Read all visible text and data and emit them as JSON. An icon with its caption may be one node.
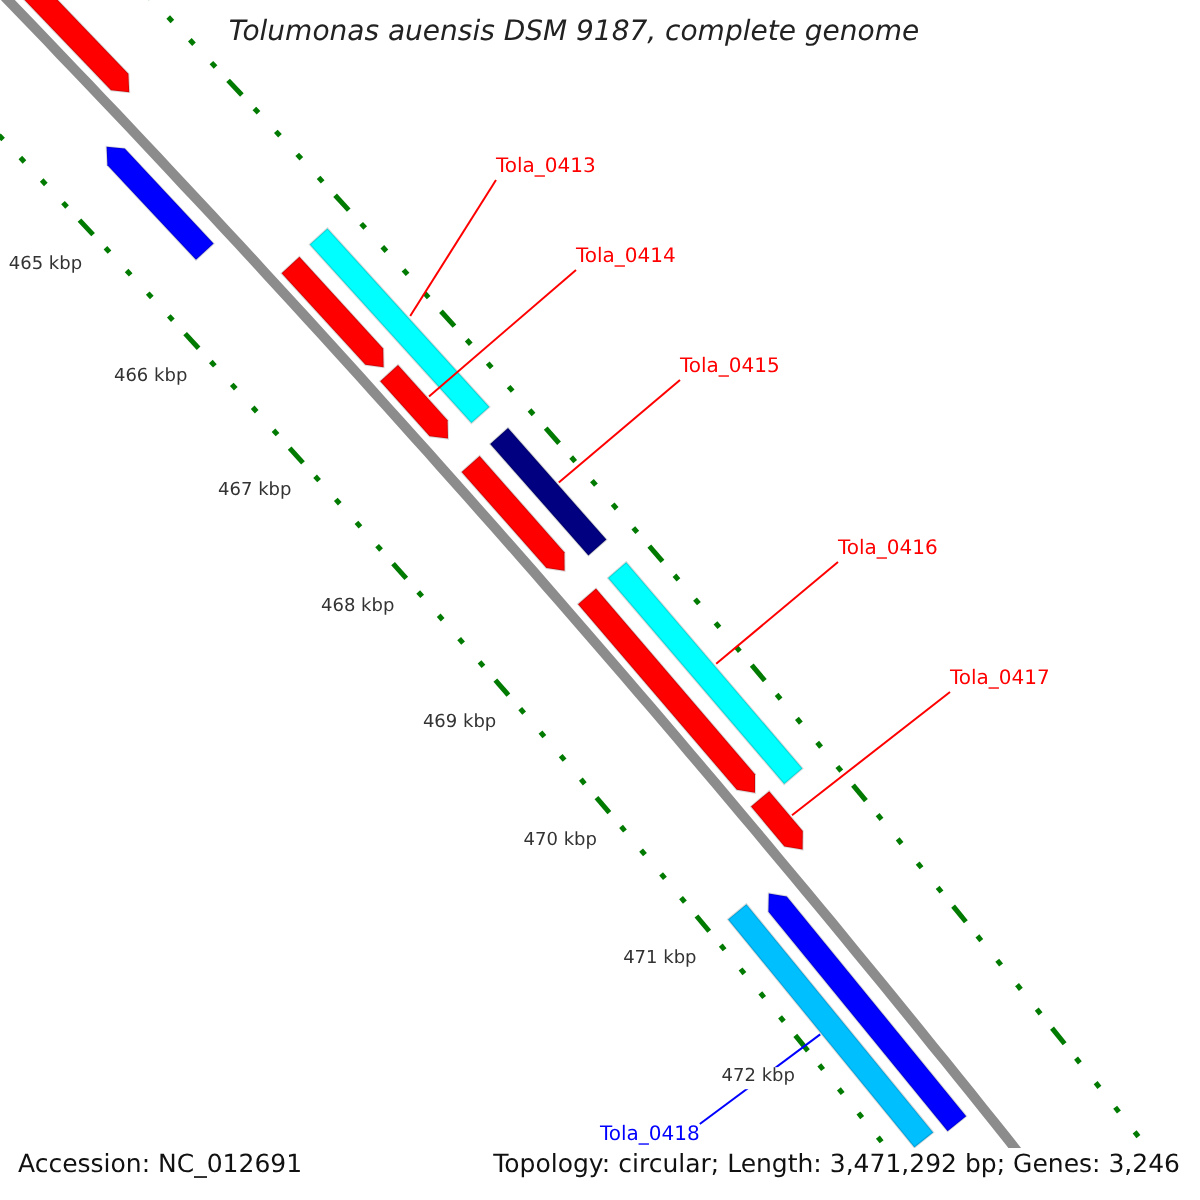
{
  "diagram": {
    "title": "Tolumonas auensis DSM 9187, complete genome",
    "nodes": [
      {
        "text": [
          "Tola_0413"
        ]
      },
      {
        "text": [
          "Tola_0414"
        ]
      },
      {
        "text": [
          "Tola_0415"
        ]
      },
      {
        "text": [
          "Tola_0416"
        ]
      },
      {
        "text": [
          "Tola_0417"
        ]
      },
      {
        "text": [
          "Tola_0418"
        ]
      },
      {
        "text": [],
        "shape": "bar"
      },
      {
        "text": [],
        "shape": "bar"
      },
      {
        "text": [],
        "shape": "bar"
      },
      {
        "text": [],
        "shape": "bar"
      },
      {
        "text": [],
        "shape": "bar"
      },
      {
        "text": [],
        "shape": "bar"
      },
      {
        "text": [],
        "shape": "bar"
      },
      {
        "text": [],
        "shape": "bar"
      },
      {
        "text": [],
        "shape": "bar"
      },
      {
        "text": [],
        "shape": "bar"
      },
      {
        "text": [],
        "shape": "bar"
      },
      {
        "text": [],
        "shape": "bar"
      }
    ],
    "edges": [
      {
        "from": 0,
        "to": 8,
        "arrow": "none"
      },
      {
        "from": 1,
        "to": 10,
        "arrow": "none"
      },
      {
        "from": 2,
        "to": 11,
        "arrow": "none"
      },
      {
        "from": 3,
        "to": 13,
        "arrow": "none"
      },
      {
        "from": 4,
        "to": 15,
        "arrow": "none"
      },
      {
        "from": 5,
        "to": 17,
        "arrow": "none",
        "color": "#0000ff"
      }
    ],
    "labels": [
      "465 kbp",
      "466 kbp",
      "467 kbp",
      "468 kbp",
      "469 kbp",
      "470 kbp",
      "471 kbp",
      "472 kbp",
      "Accession: NC_012691",
      "Topology: circular; Length: 3,471,292 bp; Genes: 3,246"
    ]
  }
}
